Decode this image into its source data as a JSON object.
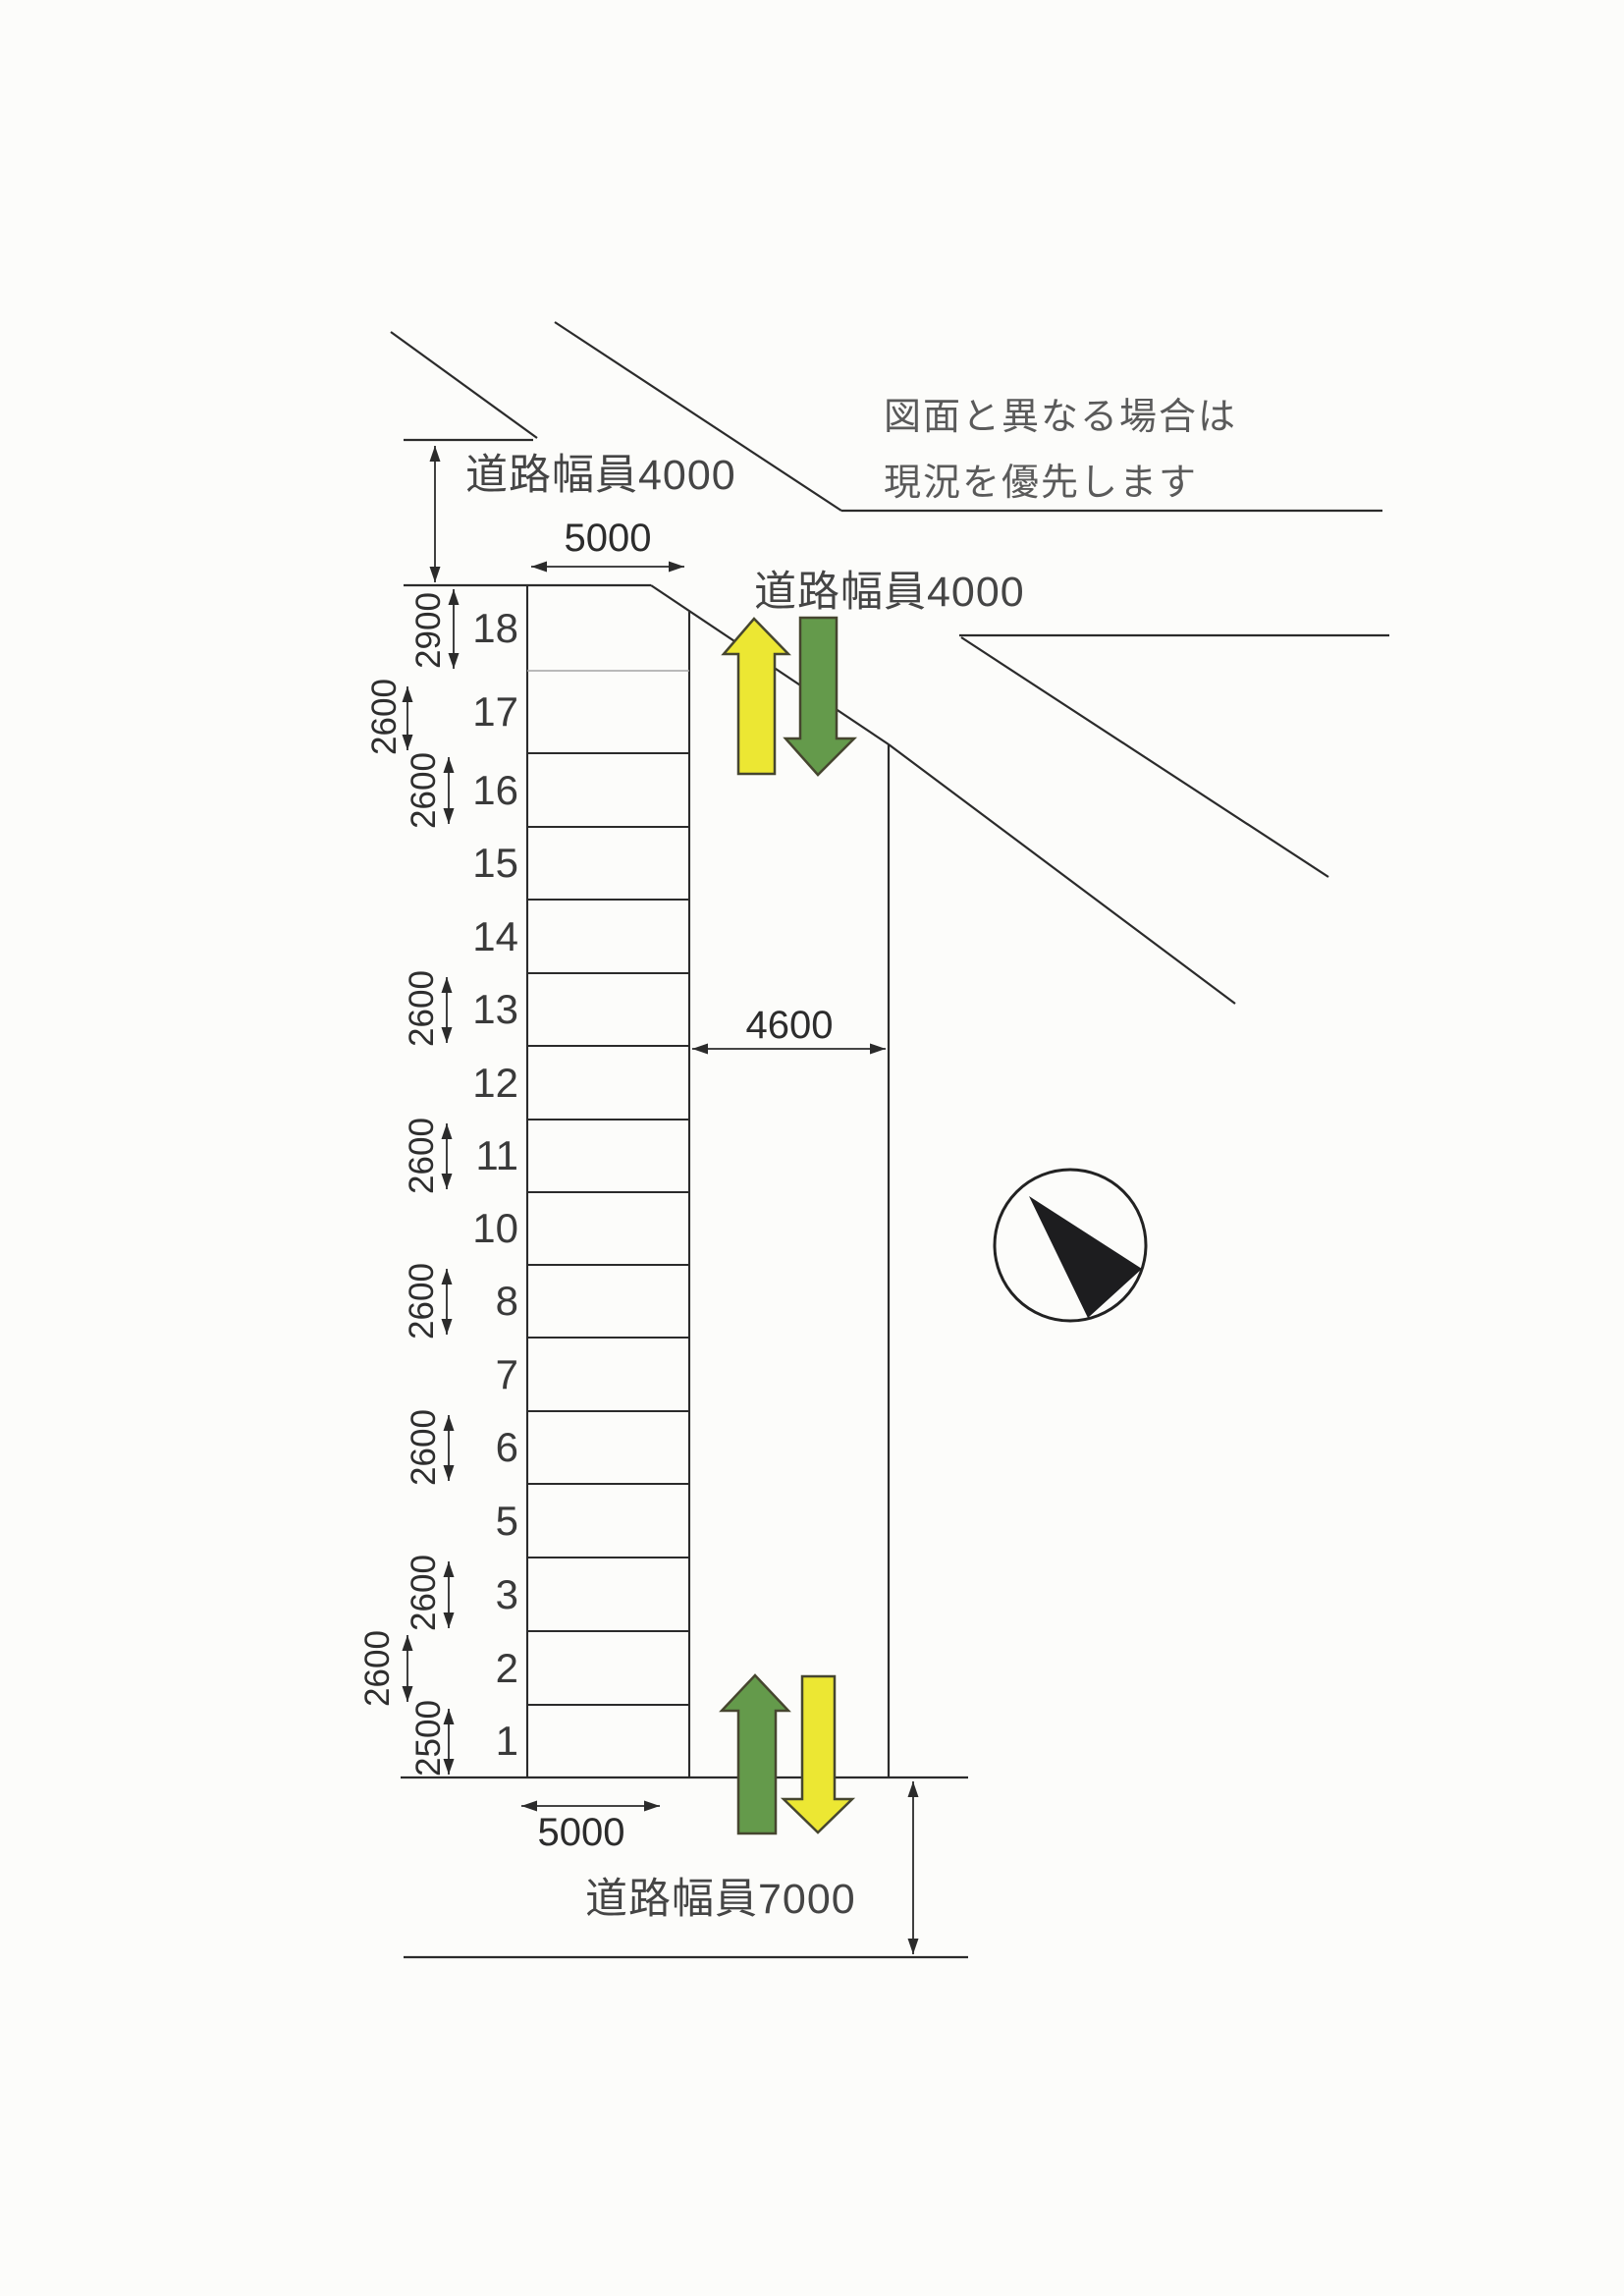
{
  "note": {
    "line1": "図面と異なる場合は",
    "line2": "現況を優先します"
  },
  "roads": {
    "top_left_label": "道路幅員4000",
    "diagonal_label": "道路幅員4000",
    "bottom_label": "道路幅員7000"
  },
  "dims": {
    "stall_width_top": "5000",
    "aisle_width": "4600",
    "stall_width_bottom": "5000"
  },
  "stalls": [
    {
      "number": "18",
      "dim": "2900"
    },
    {
      "number": "17",
      "dim": "2600"
    },
    {
      "number": "16",
      "dim": "2600"
    },
    {
      "number": "15",
      "dim": ""
    },
    {
      "number": "14",
      "dim": ""
    },
    {
      "number": "13",
      "dim": "2600"
    },
    {
      "number": "12",
      "dim": ""
    },
    {
      "number": "11",
      "dim": "2600"
    },
    {
      "number": "10",
      "dim": ""
    },
    {
      "number": "8",
      "dim": "2600"
    },
    {
      "number": "7",
      "dim": ""
    },
    {
      "number": "6",
      "dim": "2600"
    },
    {
      "number": "5",
      "dim": ""
    },
    {
      "number": "3",
      "dim": "2600"
    },
    {
      "number": "2",
      "dim": "2600"
    },
    {
      "number": "1",
      "dim": "2500"
    }
  ],
  "icons": {
    "compass": "north-pointer-circle",
    "top_arrow_pair": [
      "yellow-arrow-up",
      "green-arrow-down"
    ],
    "bottom_arrow_pair": [
      "green-arrow-up",
      "yellow-arrow-down"
    ]
  },
  "colors": {
    "line": "#2b2b2b",
    "arrow_yellow": "#ece733",
    "arrow_green": "#649a4b",
    "compass_fill": "#1d1d1f"
  }
}
